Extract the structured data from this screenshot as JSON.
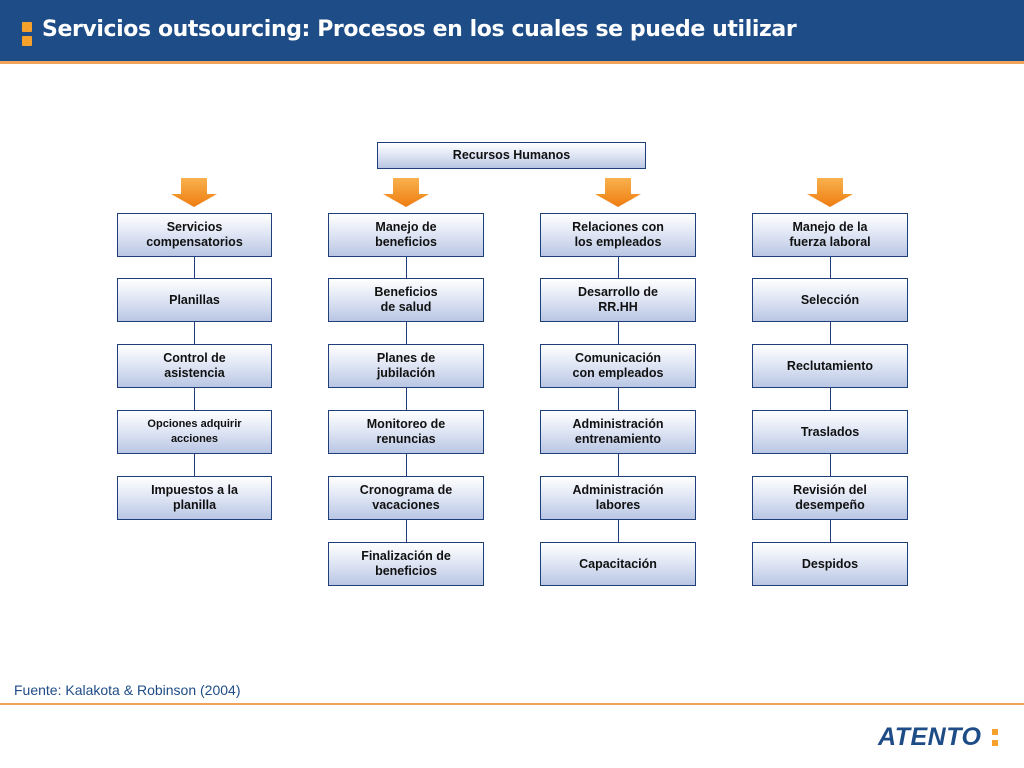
{
  "header": {
    "title": "Servicios outsourcing: Procesos en los cuales se puede utilizar"
  },
  "diagram": {
    "root": "Recursos Humanos",
    "columns": [
      {
        "head": "Servicios\ncompensatorios",
        "items": [
          "Planillas",
          "Control de\nasistencia",
          "Opciones adquirir\nacciones",
          "Impuestos a la\nplanilla"
        ]
      },
      {
        "head": "Manejo de\nbeneficios",
        "items": [
          "Beneficios\nde salud",
          "Planes de\njubilación",
          "Monitoreo de\nrenuncias",
          "Cronograma de\nvacaciones",
          "Finalización de\nbeneficios"
        ]
      },
      {
        "head": "Relaciones con\nlos empleados",
        "items": [
          "Desarrollo de\nRR.HH",
          "Comunicación\ncon empleados",
          "Administración\nentrenamiento",
          "Administración\nlabores",
          "Capacitación"
        ]
      },
      {
        "head": "Manejo de la\nfuerza laboral",
        "items": [
          "Selección",
          "Reclutamiento",
          "Traslados",
          "Revisión del\ndesempeño",
          "Despidos"
        ]
      }
    ]
  },
  "footer": {
    "source": "Fuente: Kalakota & Robinson (2004)"
  },
  "logo": {
    "text": "ATENTO"
  },
  "colors": {
    "header_bg": "#1e4c86",
    "accent_orange": "#f5a12c",
    "box_border": "#1f3f7a"
  }
}
